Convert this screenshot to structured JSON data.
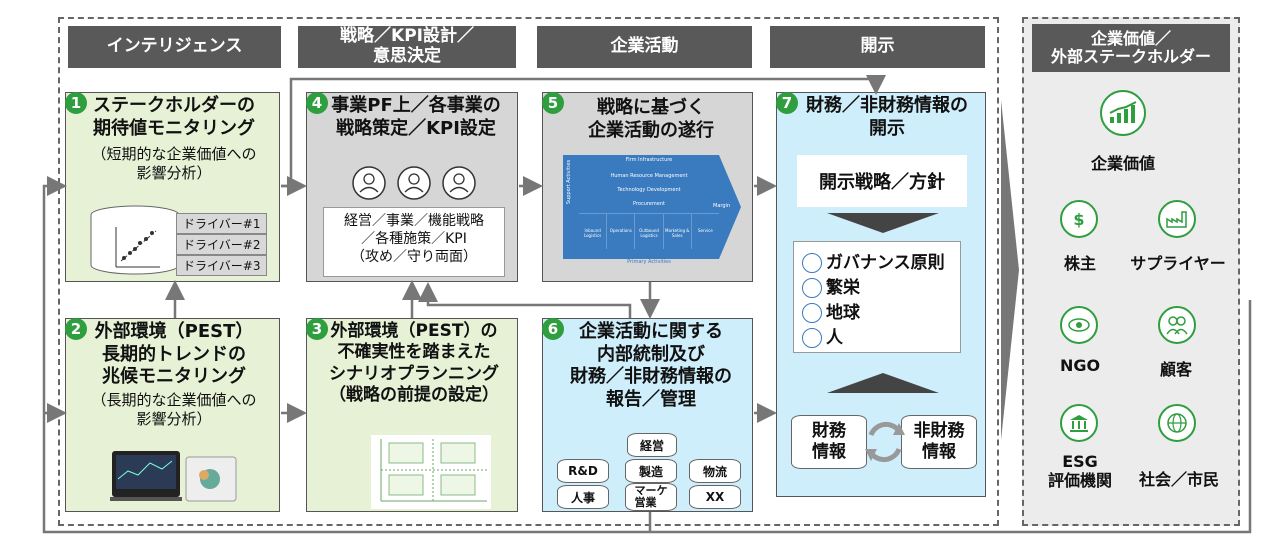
{
  "phases": [
    "インテリジェンス",
    "戦略／KPI設計／\n意思決定",
    "企業活動",
    "開示"
  ],
  "stakeholder_header": "企業価値／\n外部ステークホルダー",
  "boxes": {
    "b1": {
      "num": "1",
      "title": "ステークホルダーの\n期待値モニタリング",
      "sub": "（短期的な企業価値への\n影響分析）",
      "drivers": [
        "ドライバー#1",
        "ドライバー#2",
        "ドライバー#3"
      ]
    },
    "b2": {
      "num": "2",
      "title": "外部環境（PEST）\n長期的トレンドの\n兆候モニタリング",
      "sub": "（長期的な企業価値への\n影響分析）"
    },
    "b3": {
      "num": "3",
      "title": "外部環境（PEST）の\n不確実性を踏まえた\nシナリオプランニング\n（戦略の前提の設定）"
    },
    "b4": {
      "num": "4",
      "title": "事業PF上／各事業の\n戦略策定／KPI設定",
      "scroll": "経営／事業／機能戦略\n／各種施策／KPI\n（攻め／守り両面）"
    },
    "b5": {
      "num": "5",
      "title": "戦略に基づく\n企業活動の遂行",
      "vc_rows": [
        "Firm Infrastructure",
        "Human Resource Management",
        "Technology Development",
        "Procurement"
      ],
      "vc_primary": [
        "Inbound Logistics",
        "Operations",
        "Outbound Logistics",
        "Marketing & Sales",
        "Service"
      ],
      "vc_support": "Support Activities",
      "vc_primary_label": "Primary Activities",
      "vc_margin": "Margin"
    },
    "b6": {
      "num": "6",
      "title": "企業活動に関する\n内部統制及び\n財務／非財務情報の\n報告／管理",
      "cyls": [
        "経営",
        "R&D",
        "製造",
        "物流",
        "人事",
        "マーケ\n営業",
        "XX"
      ]
    },
    "b7": {
      "num": "7",
      "title": "財務／非財務情報の\n開示",
      "policy": "開示戦略／方針",
      "principles": [
        "ガバナンス原則",
        "繁栄",
        "地球",
        "人"
      ],
      "fin": "財務\n情報",
      "nonfin": "非財務\n情報"
    }
  },
  "stakeholders": [
    "企業価値",
    "株主",
    "サプライヤー",
    "NGO",
    "顧客",
    "ESG\n評価機関",
    "社会／市民"
  ],
  "colors": {
    "green": "#2e9e3e",
    "header": "#595959"
  }
}
